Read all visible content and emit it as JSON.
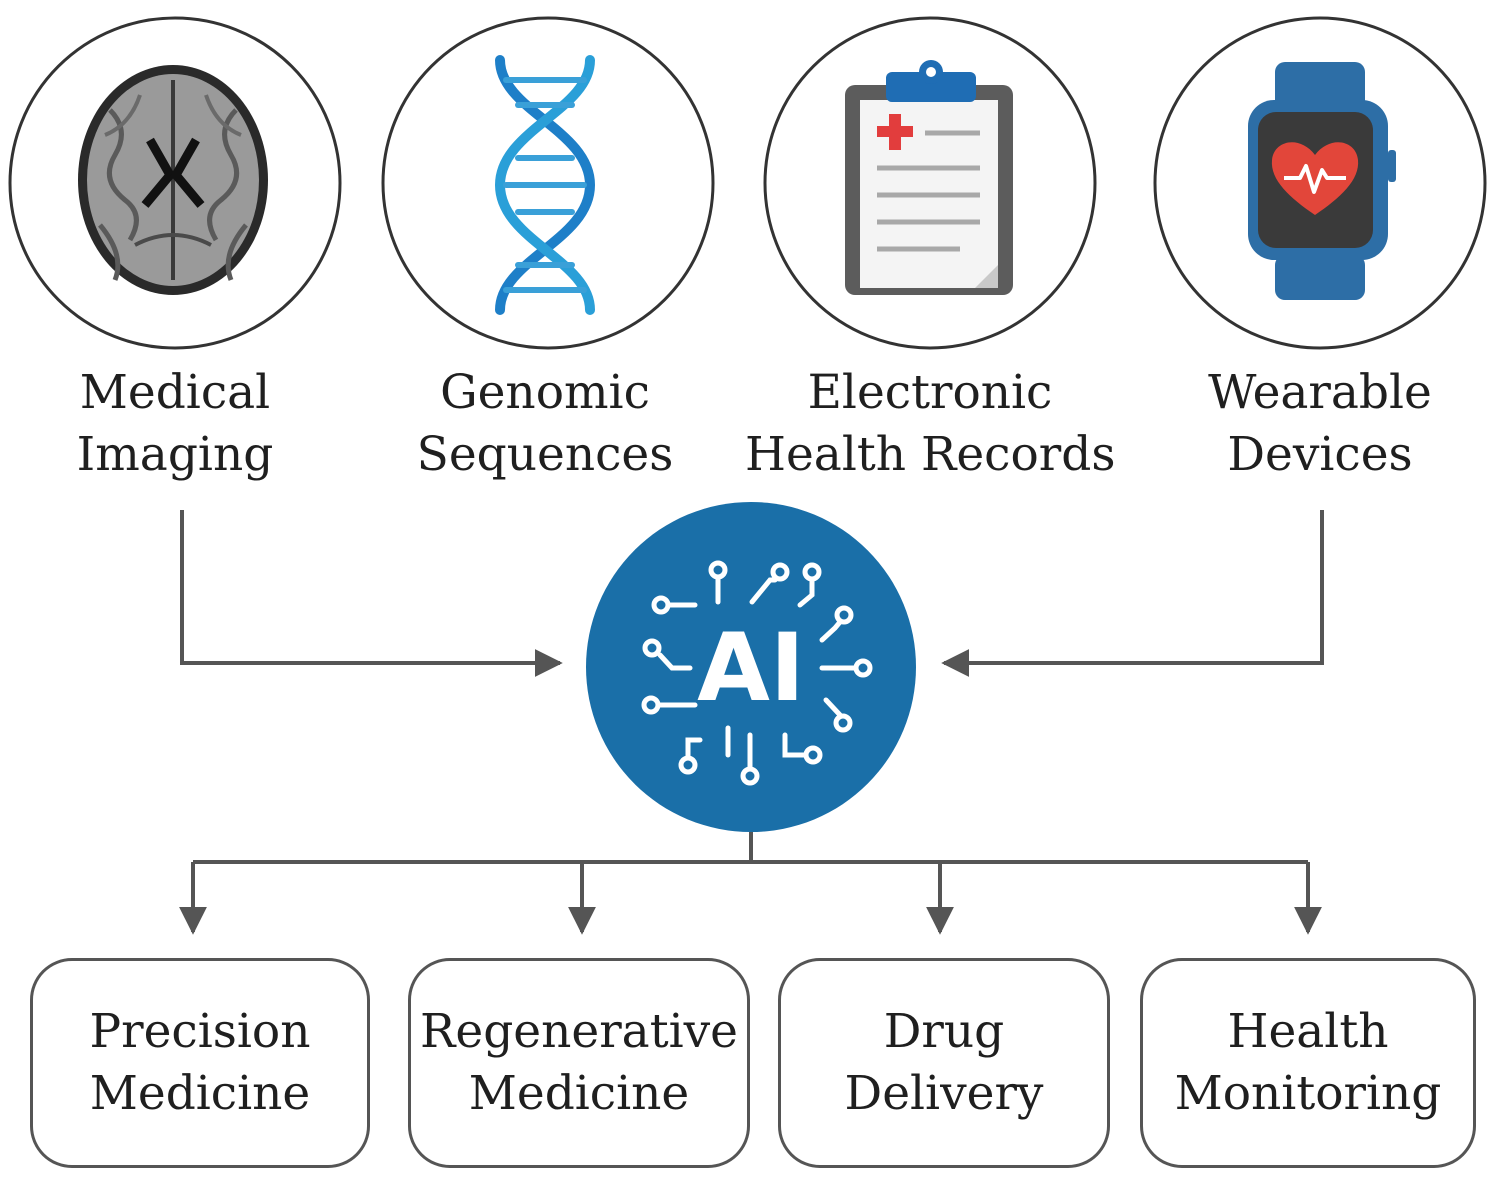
{
  "sources": [
    {
      "line1": "Medical",
      "line2": "Imaging",
      "icon": "brain-mri-icon"
    },
    {
      "line1": "Genomic",
      "line2": "Sequences",
      "icon": "dna-helix-icon"
    },
    {
      "line1": "Electronic",
      "line2": "Health Records",
      "icon": "clipboard-record-icon"
    },
    {
      "line1": "Wearable",
      "line2": "Devices",
      "icon": "smartwatch-heart-icon"
    }
  ],
  "hub": {
    "label": "AI",
    "color": "#1a6fa8"
  },
  "outputs": [
    {
      "line1": "Precision",
      "line2": "Medicine"
    },
    {
      "line1": "Regenerative",
      "line2": "Medicine"
    },
    {
      "line1": "Drug",
      "line2": "Delivery"
    },
    {
      "line1": "Health",
      "line2": "Monitoring"
    }
  ],
  "colors": {
    "connector": "#555555",
    "dna": "#1e7fc8",
    "watch": "#2d6ea6",
    "heart": "#e2463a",
    "cross": "#e23d3d"
  }
}
